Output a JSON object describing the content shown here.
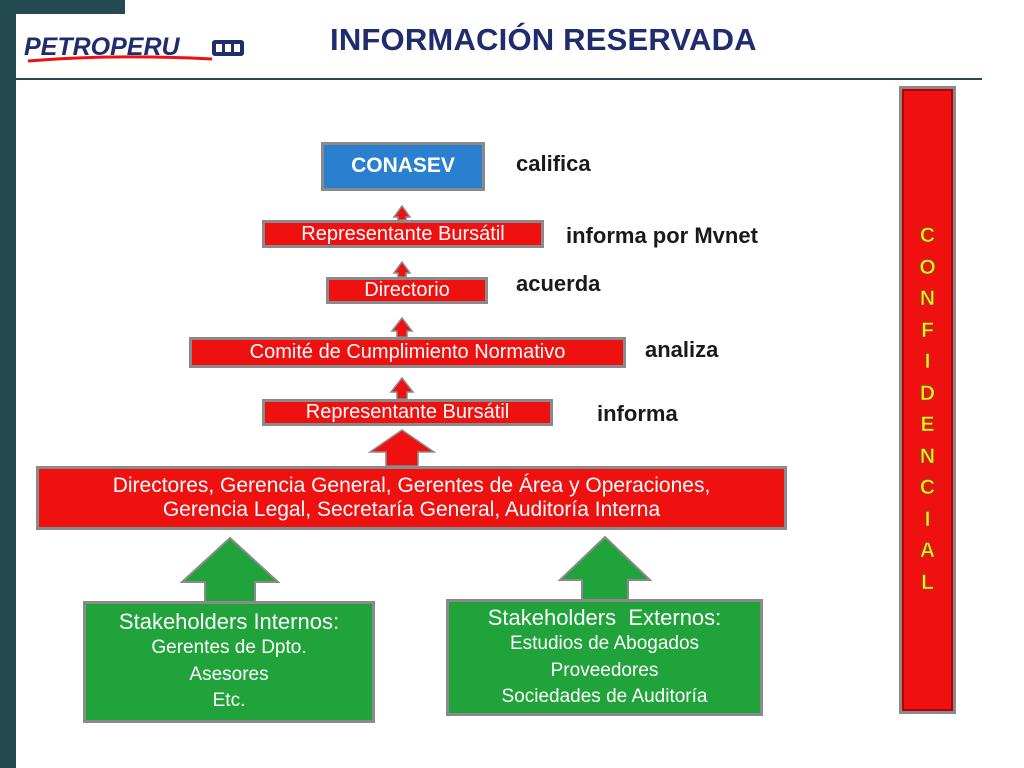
{
  "header": {
    "title": "INFORMACIÓN RESERVADA"
  },
  "logo": {
    "text": "PETROPERU"
  },
  "flow": {
    "conasev": "CONASEV",
    "rep_top": "Representante Bursátil",
    "directorio": "Directorio",
    "comite": "Comité de Cumplimiento Normativo",
    "rep_bottom": "Representante Bursátil",
    "directores_line1": "Directores, Gerencia General, Gerentes de Área y Operaciones,",
    "directores_line2": "Gerencia Legal, Secretaría General, Auditoría Interna"
  },
  "verbs": {
    "califica": "califica",
    "informa_mvnet": "informa por Mvnet",
    "acuerda": "acuerda",
    "analiza": "analiza",
    "informa": "informa"
  },
  "stakeholders": {
    "internos": {
      "title": "Stakeholders Internos:",
      "items": [
        "Gerentes de Dpto.",
        "Asesores",
        "Etc."
      ]
    },
    "externos": {
      "title": "Stakeholders  Externos:",
      "items": [
        "Estudios de Abogados",
        "Proveedores",
        "Sociedades de Auditoría"
      ]
    }
  },
  "confidencial": {
    "letters": [
      "C",
      "O",
      "N",
      "F",
      "I",
      "D",
      "E",
      "N",
      "C",
      "I",
      "A",
      "L"
    ]
  },
  "colors": {
    "red": "#ef1010",
    "blue": "#2b7fcf",
    "green": "#1fa33a",
    "title": "#1f2d6e",
    "sidebar": "#244a52",
    "conf_text": "#ffe800"
  }
}
